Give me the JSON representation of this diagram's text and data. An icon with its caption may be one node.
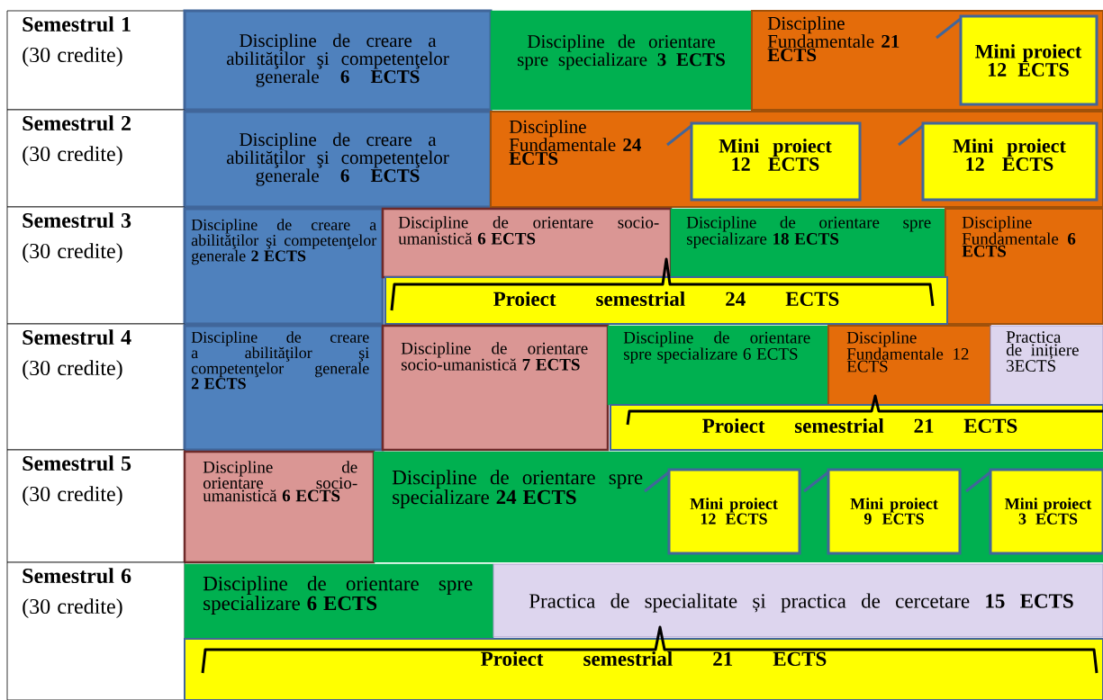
{
  "diagram": {
    "nodes": [
      {
        "text": [
          "Semestrul 1",
          "(30 credite)"
        ]
      },
      {
        "text": [
          "Discipline de creare a abilităţilor şi competenţelor generale **6 ECTS**"
        ]
      },
      {
        "text": [
          "Discipline de orientare spre specializare **3 ECTS**"
        ]
      },
      {
        "text": [
          "Discipline Fundamentale **21 ECTS**"
        ]
      },
      {
        "text": [
          "Mini proiect 12 ECTS"
        ],
        "in": 3
      },
      {
        "text": [
          "Semestrul 2",
          "(30 credite)"
        ]
      },
      {
        "text": [
          "Discipline de creare a abilităţilor şi competenţelor generale **6 ECTS**"
        ]
      },
      {
        "text": [
          "Discipline Fundamentale **24 ECTS**"
        ]
      },
      {
        "text": [
          "Mini proiect 12 ECTS"
        ],
        "in": 7
      },
      {
        "text": [
          "Mini proiect 12 ECTS"
        ],
        "in": 7
      },
      {
        "text": [
          "Semestrul 3",
          "(30 credite)"
        ]
      },
      {
        "text": [
          "Discipline de creare a abilităţilor şi competenţelor generale **2 ECTS**"
        ]
      },
      {
        "text": [
          "Discipline de orientare socio-umanistică **6 ECTS**"
        ]
      },
      {
        "text": [
          "Discipline de orientare spre specializare **18 ECTS**"
        ]
      },
      {
        "text": [
          "Discipline Fundamentale **6 ECTS**"
        ]
      },
      {
        "text": [
          "Proiect semestrial 24 ECTS"
        ]
      },
      {
        "text": [
          "Semestrul 4",
          "(30 credite)"
        ]
      },
      {
        "text": [
          "Discipline de creare a abilităţilor şi competenţelor generale **2 ECTS**"
        ]
      },
      {
        "text": [
          "Discipline de orientare socio-umanistică **7 ECTS**"
        ]
      },
      {
        "text": [
          "Discipline de orientare spre specializare 6 ECTS"
        ]
      },
      {
        "text": [
          "Discipline Fundamentale 12 ECTS"
        ]
      },
      {
        "text": [
          "Practica de inițiere 3ECTS"
        ]
      },
      {
        "text": [
          "Proiect semestrial 21 ECTS"
        ]
      },
      {
        "text": [
          "Semestrul 5",
          "(30 credite)"
        ]
      },
      {
        "text": [
          "Discipline de orientare socio-umanistică **6 ECTS**"
        ]
      },
      {
        "text": [
          "Discipline de orientare spre specializare **24 ECTS**"
        ]
      },
      {
        "text": [
          "Mini proiect 12 ECTS"
        ],
        "in": 25
      },
      {
        "text": [
          "Mini proiect 9 ECTS"
        ],
        "in": 25
      },
      {
        "text": [
          "Mini proiect 3 ECTS"
        ],
        "in": 25
      },
      {
        "text": [
          "Semestrul 6",
          "(30 credite)"
        ]
      },
      {
        "text": [
          "Discipline de orientare spre specializare **6 ECTS**"
        ]
      },
      {
        "text": [
          "Practica de specialitate și practica de cercetare **15 ECTS**"
        ]
      },
      {
        "text": [
          "Proiect semestrial 21 ECTS"
        ]
      }
    ]
  }
}
